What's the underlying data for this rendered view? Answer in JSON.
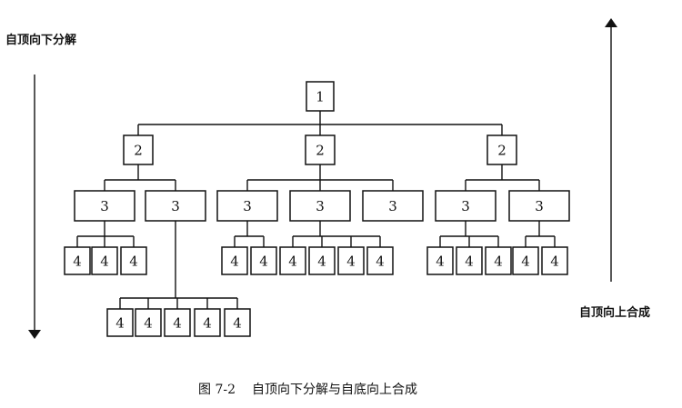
{
  "labels": {
    "top_down": "自顶向下分解",
    "bottom_up": "自顶向上合成"
  },
  "caption": {
    "figure_number": "图 7-2",
    "text": "自顶向下分解与自底向上合成"
  },
  "tree": {
    "label": "1",
    "children": [
      {
        "label": "2",
        "children": [
          {
            "label": "3",
            "children": [
              {
                "label": "4"
              },
              {
                "label": "4"
              },
              {
                "label": "4"
              }
            ]
          },
          {
            "label": "3",
            "children": [
              {
                "label": "4"
              },
              {
                "label": "4"
              },
              {
                "label": "4"
              },
              {
                "label": "4"
              },
              {
                "label": "4"
              }
            ]
          }
        ]
      },
      {
        "label": "2",
        "children": [
          {
            "label": "3",
            "children": [
              {
                "label": "4"
              },
              {
                "label": "4"
              }
            ]
          },
          {
            "label": "3",
            "children": [
              {
                "label": "4"
              },
              {
                "label": "4"
              },
              {
                "label": "4"
              },
              {
                "label": "4"
              }
            ]
          },
          {
            "label": "3",
            "children": []
          }
        ]
      },
      {
        "label": "2",
        "children": [
          {
            "label": "3",
            "children": [
              {
                "label": "4"
              },
              {
                "label": "4"
              },
              {
                "label": "4"
              }
            ]
          },
          {
            "label": "3",
            "children": [
              {
                "label": "4"
              },
              {
                "label": "4"
              }
            ]
          }
        ]
      }
    ]
  }
}
